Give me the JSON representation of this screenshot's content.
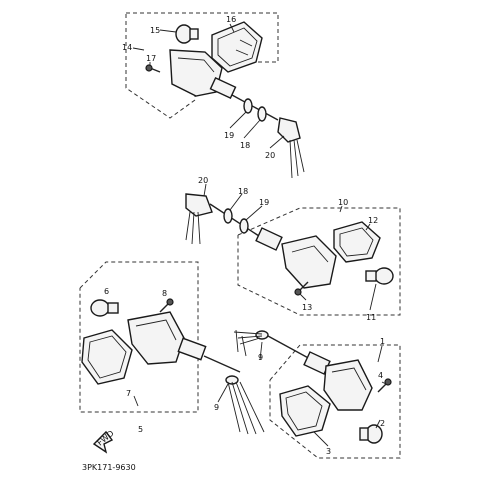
{
  "diagram": {
    "code": "3PK171-9630",
    "callouts": {
      "c1": "1",
      "c2": "2",
      "c3": "3",
      "c4": "4",
      "c5": "5",
      "c6": "6",
      "c7": "7",
      "c8": "8",
      "c9a": "9",
      "c9b": "9",
      "c10": "10",
      "c11": "11",
      "c12": "12",
      "c13": "13",
      "c14": "14",
      "c15": "15",
      "c16": "16",
      "c17": "17",
      "c18a": "18",
      "c18b": "18",
      "c19a": "19",
      "c19b": "19",
      "c20a": "20",
      "c20b": "20"
    },
    "arrow_label": "FWD"
  }
}
